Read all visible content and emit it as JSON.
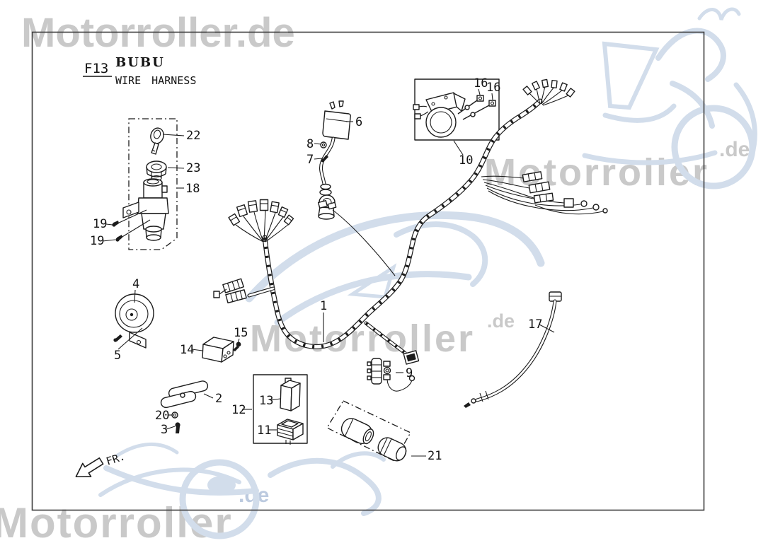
{
  "title_block": {
    "figure_code": "F13",
    "model": "BUBU",
    "diagram_title": "WIRE HARNESS"
  },
  "direction_indicator": {
    "label": "FR."
  },
  "watermarks": {
    "top_text": "Motorroller.de",
    "right_text": "Motorroller",
    "right_suffix": ".de",
    "center_text": "Motorroller",
    "center_suffix": ".de",
    "bottom_text": "Motorroller",
    "bottom_suffix": ".de",
    "gray_color": "#c9c9c9",
    "blue_color": "#d2ddeb"
  },
  "colors": {
    "background": "#ffffff",
    "line_art": "#1c1c1c",
    "border": "#3d3d3d"
  },
  "callouts": [
    {
      "label": "1",
      "part": "wire-harness"
    },
    {
      "label": "2",
      "part": "mount-bracket"
    },
    {
      "label": "3",
      "part": "bracket-screw"
    },
    {
      "label": "4",
      "part": "horn"
    },
    {
      "label": "5",
      "part": "horn-screw"
    },
    {
      "label": "6",
      "part": "ignition-coil"
    },
    {
      "label": "7",
      "part": "coil-bolt"
    },
    {
      "label": "8",
      "part": "coil-washer"
    },
    {
      "label": "9",
      "part": "wire-clip"
    },
    {
      "label": "10",
      "part": "starter-motor-box"
    },
    {
      "label": "11",
      "part": "relay"
    },
    {
      "label": "12",
      "part": "component-box"
    },
    {
      "label": "13",
      "part": "fuse-holder"
    },
    {
      "label": "14",
      "part": "flasher-relay"
    },
    {
      "label": "15",
      "part": "flasher-screw"
    },
    {
      "label": "16",
      "part": "nut-left"
    },
    {
      "label": "16",
      "part": "nut-right"
    },
    {
      "label": "17",
      "part": "battery-cable"
    },
    {
      "label": "18",
      "part": "ignition-lock-assembly"
    },
    {
      "label": "19",
      "part": "lock-screw-upper"
    },
    {
      "label": "19",
      "part": "lock-screw-lower"
    },
    {
      "label": "20",
      "part": "bracket-washer"
    },
    {
      "label": "21",
      "part": "solenoid-box"
    },
    {
      "label": "22",
      "part": "key"
    },
    {
      "label": "23",
      "part": "lock-ring"
    }
  ]
}
